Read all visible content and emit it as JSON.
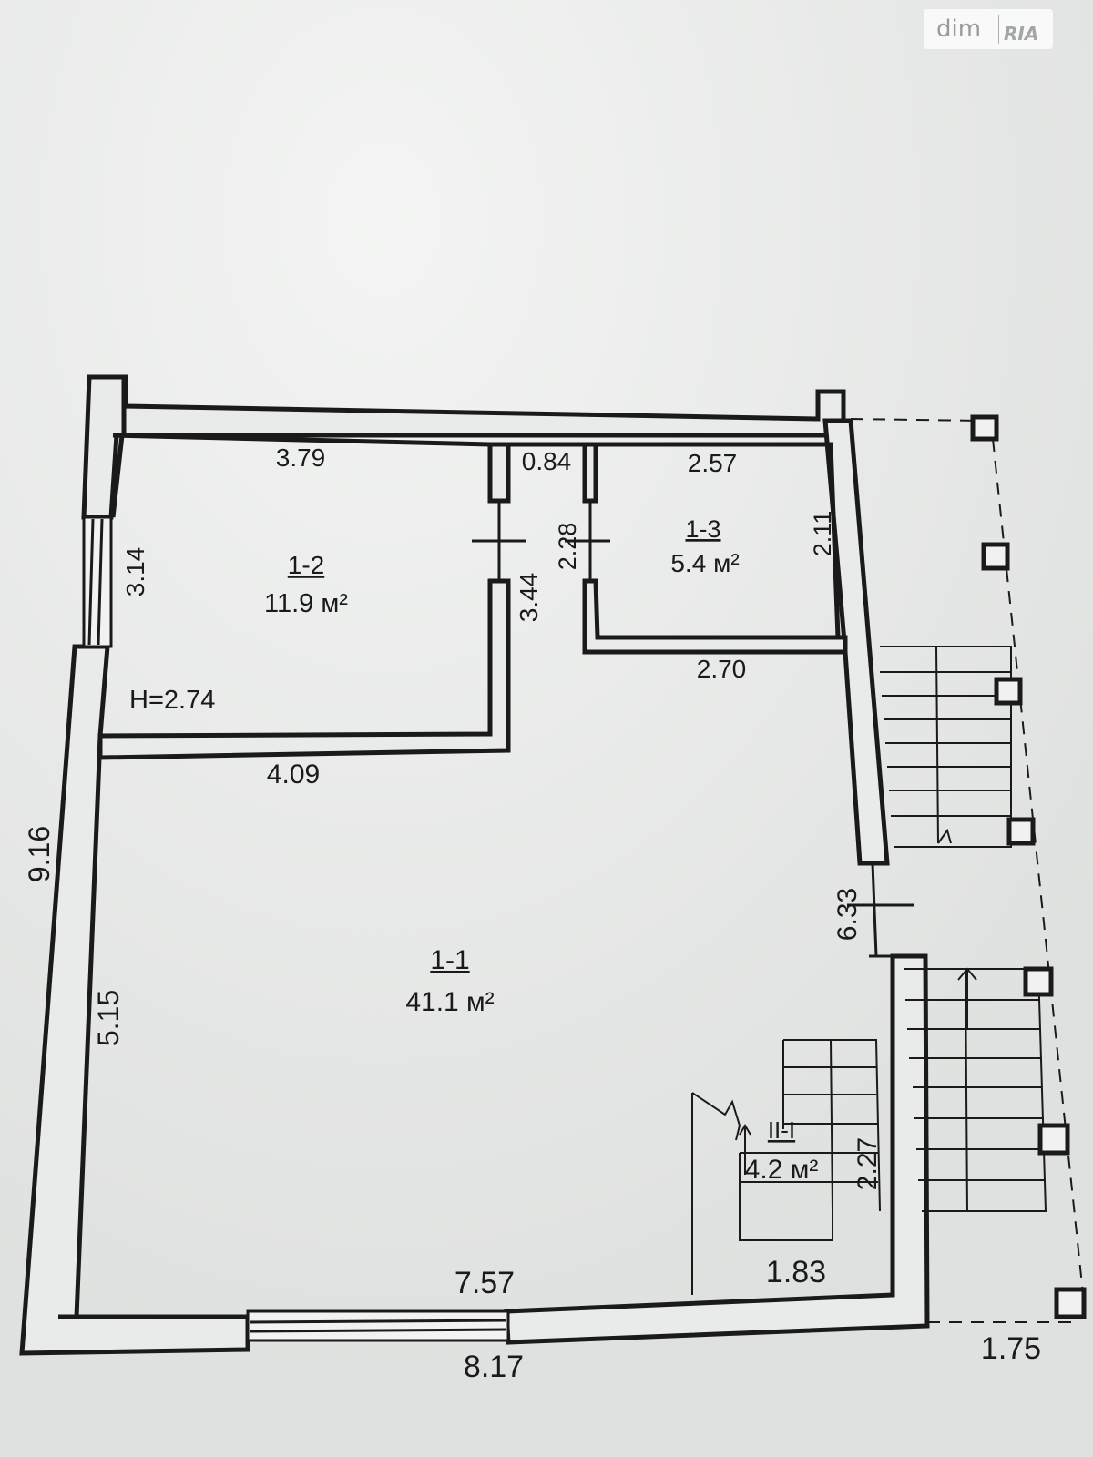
{
  "watermark": {
    "left": "dim",
    "right": "RIA"
  },
  "rooms": {
    "main": {
      "id": "1-1",
      "area": "41.1 м²"
    },
    "room2": {
      "id": "1-2",
      "area": "11.9 м²"
    },
    "room3": {
      "id": "1-3",
      "area": "5.4 м²"
    },
    "stair": {
      "id": "II-I",
      "area": "4.2 м²"
    }
  },
  "height_label": "H=2.74",
  "dimensions": {
    "top_room2": "3.79",
    "top_corridor": "0.84",
    "top_room3": "2.57",
    "room3_right": "2.11",
    "room3_left": "2.28",
    "room3_bottom": "2.70",
    "room2_left": "3.14",
    "corridor_height": "3.44",
    "room2_bottom": "4.09",
    "overall_left": "9.16",
    "main_left": "5.15",
    "right_wall": "6.33",
    "stair_right": "2.27",
    "stair_bottom": "1.83",
    "main_bottom_inner": "7.57",
    "overall_bottom": "8.17",
    "porch_width": "1.75"
  },
  "colors": {
    "paper": "#e4e6e5",
    "wall_fill": "#e9ebea",
    "line": "#1a1a1a"
  }
}
